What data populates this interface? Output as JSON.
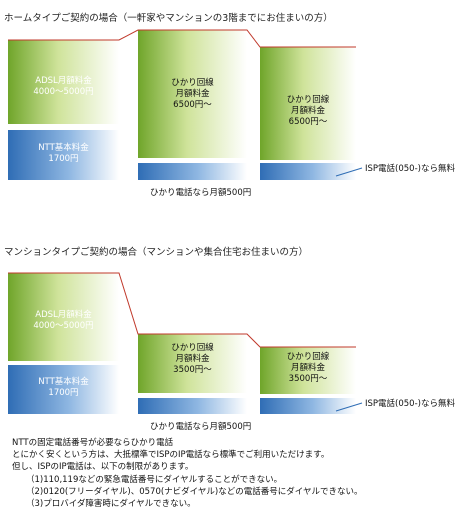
{
  "home": {
    "title": "ホームタイプご契約の場合（一軒家やマンションの3階までにお住まいの方）",
    "adsl_label": "ADSL月額料金\n4000〜5000円",
    "ntt_label": "NTT基本料金\n1700円",
    "hikari1_label": "ひかり回線\n月額料金\n6500円〜",
    "hikari2_label": "ひかり回線\n月額料金\n6500円〜",
    "phone_caption": "ひかり電話なら月額500円",
    "isp_note": "ISP電話(050-)なら無料"
  },
  "mansion": {
    "title": "マンションタイプご契約の場合（マンションや集合住宅お住まいの方）",
    "adsl_label": "ADSL月額料金\n4000〜5000円",
    "ntt_label": "NTT基本料金\n1700円",
    "hikari1_label": "ひかり回線\n月額料金\n3500円〜",
    "hikari2_label": "ひかり回線\n月額料金\n3500円〜",
    "phone_caption": "ひかり電話なら月額500円",
    "isp_note": "ISP電話(050-)なら無料"
  },
  "notes": {
    "line1": "NTTの固定電話番号が必要ならひかり電話",
    "line2": "とにかく安くという方は、大抵標準でISPのIP電話なら標準でご利用いただけます。",
    "line3": "但し、ISPのIP電話は、以下の制限があります。",
    "line4": "（1)110,119などの緊急電話番号にダイヤルすることができない。",
    "line5": "（2)0120(フリーダイヤル)、0570(ナビダイヤル)などの電話番号にダイヤルできない。",
    "line6": "（3)プロバイダ障害時にダイヤルできない。"
  },
  "colors": {
    "green": "#6fa52a",
    "blue": "#2f6db5",
    "connector": "#c0392b"
  }
}
